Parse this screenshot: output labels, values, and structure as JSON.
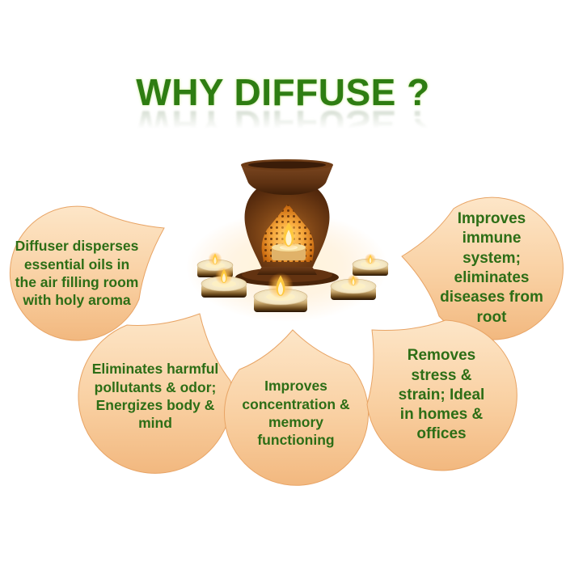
{
  "title": "WHY DIFFUSE ?",
  "colors": {
    "title_green": "#2e7d12",
    "drop_text_green": "#2d6e16",
    "drop_fill_top": "#fde6c8",
    "drop_fill_mid": "#f9d0a2",
    "drop_fill_bottom": "#f2b87f",
    "flame_orange": "#ffb845",
    "pot_brown": "#6b3914"
  },
  "drops": {
    "left": {
      "lines": [
        "Diffuser disperses",
        "essential oils in",
        "the air filling room",
        "with holy aroma"
      ]
    },
    "right": {
      "lines": [
        "Improves",
        "immune",
        "system;",
        "eliminates",
        "diseases from",
        "root"
      ]
    },
    "bottom_left": {
      "lines": [
        "Eliminates harmful",
        "pollutants & odor;",
        "Energizes body &",
        "mind"
      ]
    },
    "bottom_center": {
      "lines": [
        "Improves",
        "concentration &",
        "memory",
        "functioning"
      ]
    },
    "bottom_right": {
      "lines": [
        "Removes",
        "stress &",
        "strain; Ideal",
        "in homes &",
        "offices"
      ]
    }
  }
}
